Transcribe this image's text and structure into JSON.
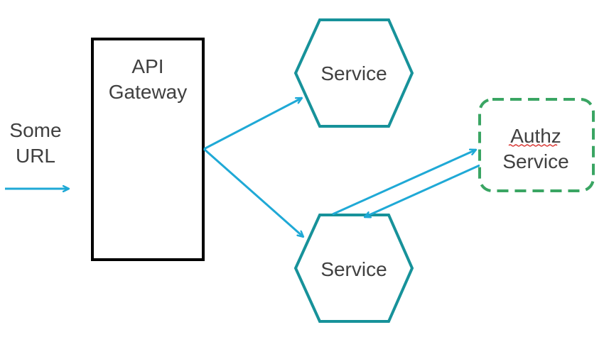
{
  "source_label": {
    "line1": "Some",
    "line2": "URL"
  },
  "gateway": {
    "line1": "API",
    "line2": "Gateway"
  },
  "service_top": {
    "label": "Service"
  },
  "service_bottom": {
    "label": "Service"
  },
  "authz": {
    "line1": "Authz",
    "line2": "Service"
  },
  "colors": {
    "arrow": "#1fa9d6",
    "hexagon": "#17929a",
    "authz_border": "#3aa563",
    "gateway_border": "#000000",
    "text": "#404040",
    "spellcheck_underline": "#d9302c"
  }
}
